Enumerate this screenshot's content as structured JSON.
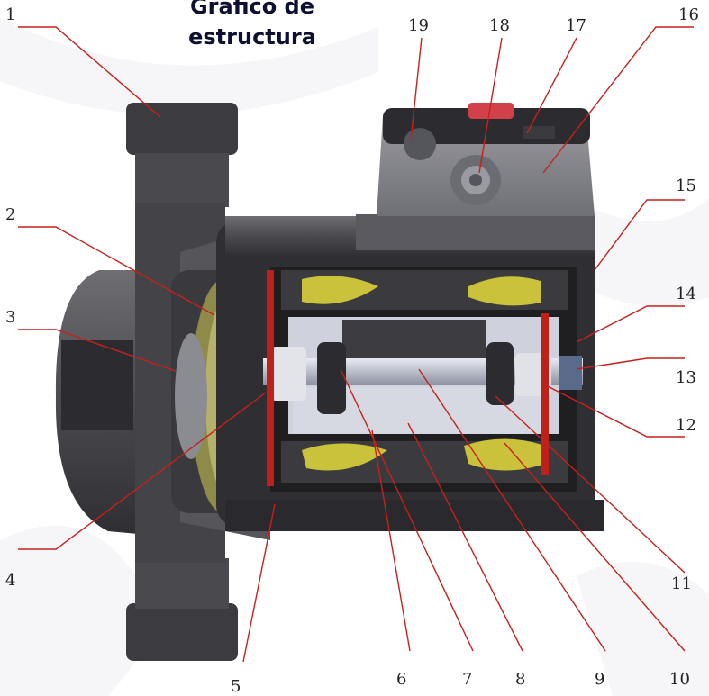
{
  "title": "Gráfico de estructura",
  "callouts": [
    "1",
    "2",
    "3",
    "4",
    "5",
    "6",
    "7",
    "8",
    "9",
    "10",
    "11",
    "12",
    "13",
    "14",
    "15",
    "16",
    "17",
    "18",
    "19"
  ]
}
